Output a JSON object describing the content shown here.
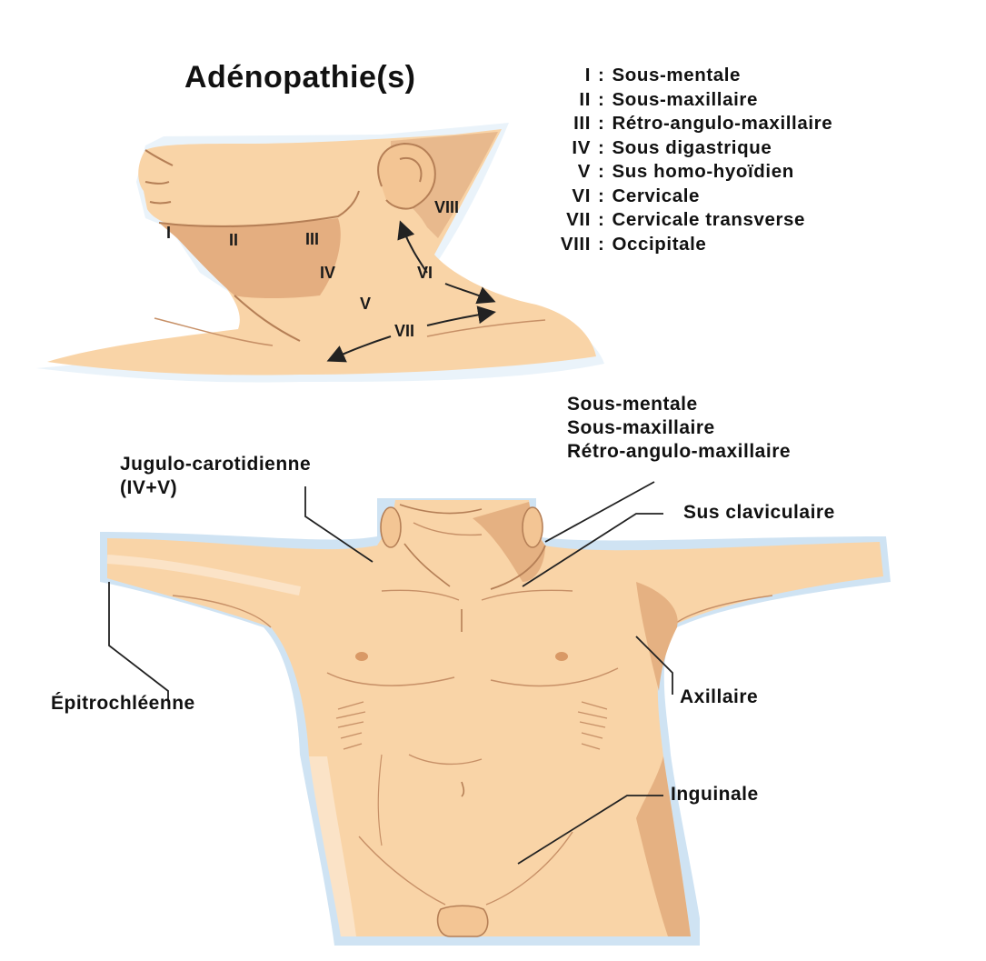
{
  "title": "Adénopathie(s)",
  "legend": [
    {
      "num": "I",
      "name": "Sous-mentale"
    },
    {
      "num": "II",
      "name": "Sous-maxillaire"
    },
    {
      "num": "III",
      "name": "Rétro-angulo-maxillaire"
    },
    {
      "num": "IV",
      "name": "Sous digastrique"
    },
    {
      "num": "V",
      "name": "Sus homo-hyoïdien"
    },
    {
      "num": "VI",
      "name": "Cervicale"
    },
    {
      "num": "VII",
      "name": "Cervicale transverse"
    },
    {
      "num": "VIII",
      "name": "Occipitale"
    }
  ],
  "separator": ":",
  "neck_labels": {
    "I": "I",
    "II": "II",
    "III": "III",
    "IV": "IV",
    "V": "V",
    "VI": "VI",
    "VII": "VII",
    "VIII": "VIII"
  },
  "body_labels": {
    "head_group": [
      "Sous-mentale",
      "Sous-maxillaire",
      "Rétro-angulo-maxillaire"
    ],
    "jugulo": [
      "Jugulo-carotidienne",
      "(IV+V)"
    ],
    "sus_claviculaire": "Sus claviculaire",
    "axillaire": "Axillaire",
    "epitrochleenne": "Épitrochléenne",
    "inguinale": "Inguinale"
  },
  "colors": {
    "skin": "#f9d4a7",
    "skin_shadow": "#e5b182",
    "skin_line": "#b57f56",
    "outline_blue": "#cfe3f3",
    "text": "#111111"
  }
}
